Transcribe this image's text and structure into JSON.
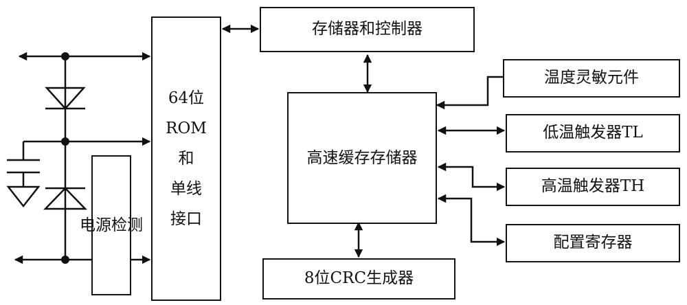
{
  "blocks": {
    "rom_lines": [
      "64位",
      "ROM",
      "和",
      "单线",
      "接口"
    ],
    "power_lines": [
      "电",
      "源",
      "检",
      "测"
    ],
    "memory_controller": "存储器和控制器",
    "scratchpad_lines": [
      "高速",
      "缓存",
      "存储器"
    ],
    "temp_sensor": "温度灵敏元件",
    "low_trigger": "低温触发器TL",
    "high_trigger": "高温触发器TH",
    "config_register": "配置寄存器",
    "crc_generator": "8位CRC生成器"
  },
  "colors": {
    "line": "#111111",
    "background": "#ffffff"
  }
}
